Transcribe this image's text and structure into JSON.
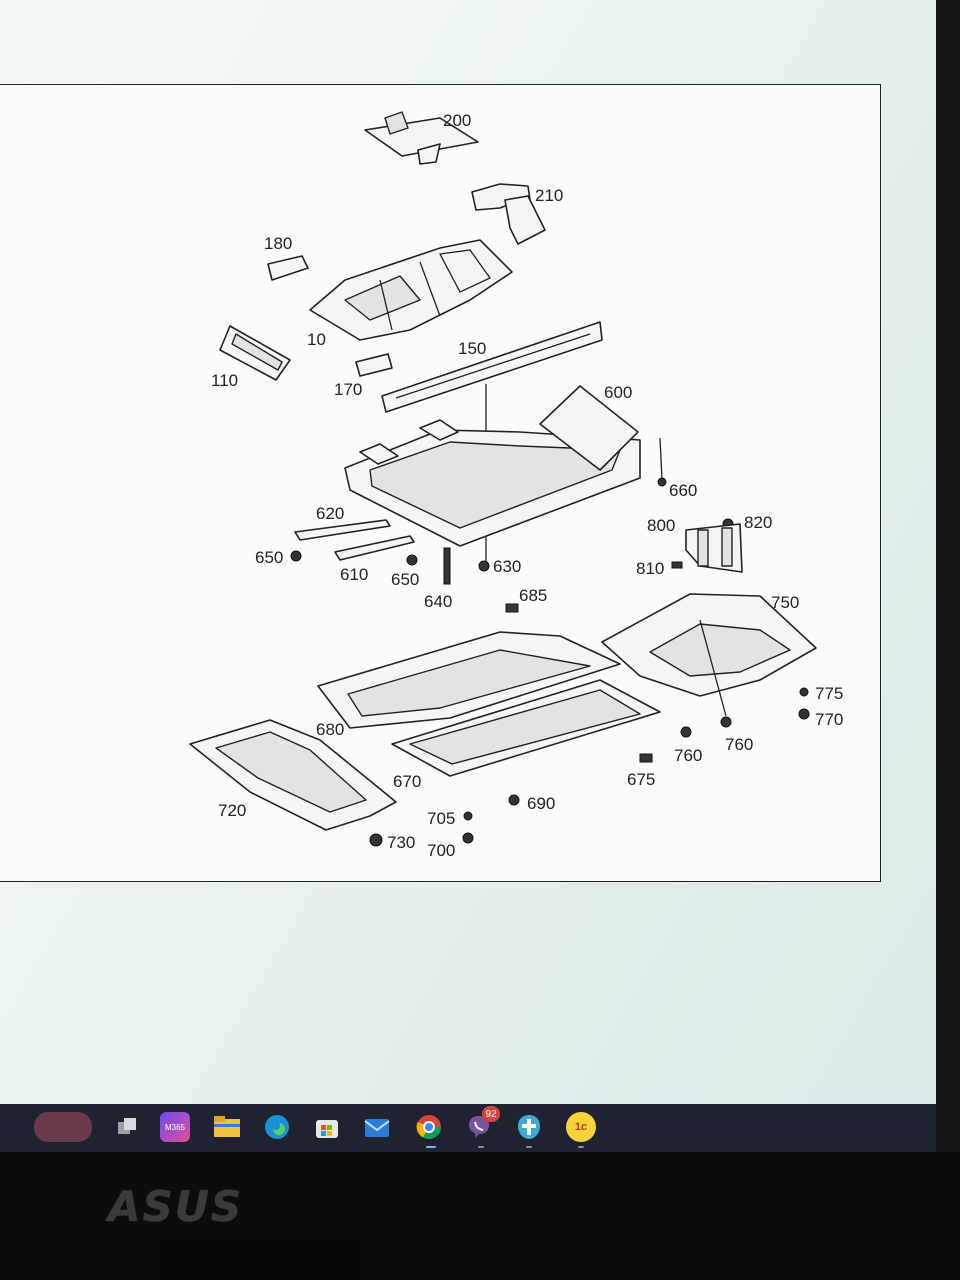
{
  "diagram": {
    "callouts": [
      "200",
      "210",
      "180",
      "10",
      "110",
      "170",
      "150",
      "600",
      "660",
      "620",
      "650",
      "610",
      "650",
      "630",
      "640",
      "685",
      "800",
      "820",
      "810",
      "750",
      "775",
      "770",
      "760",
      "760",
      "680",
      "670",
      "675",
      "690",
      "705",
      "700",
      "720",
      "730"
    ]
  },
  "taskbar": {
    "icons": [
      "wallpaper-thumb",
      "task-view-icon",
      "microsoft-365-icon",
      "file-explorer-icon",
      "edge-icon",
      "store-icon",
      "mail-icon",
      "chrome-icon",
      "viber-icon",
      "app-icon",
      "1c-icon"
    ],
    "m365_label": "M365",
    "viber_badge": "92",
    "onec_label": "1c"
  },
  "monitor": {
    "brand": "ASUS"
  }
}
